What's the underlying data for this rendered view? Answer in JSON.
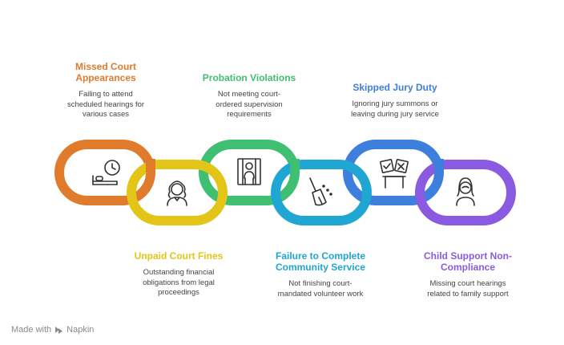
{
  "items": [
    {
      "title": "Missed Court\nAppearances",
      "desc": "Failing to attend\nscheduled hearings for\nvarious cases",
      "color": "#E07B2C",
      "icon": "clock-bed-icon"
    },
    {
      "title": "Unpaid Court Fines",
      "desc": "Outstanding financial\nobligations from legal\nproceedings",
      "color": "#E2C516",
      "icon": "judge-icon"
    },
    {
      "title": "Probation Violations",
      "desc": "Not meeting court-\nordered supervision\nrequirements",
      "color": "#3FBF72",
      "icon": "prisoner-icon"
    },
    {
      "title": "Failure to Complete\nCommunity Service",
      "desc": "Not finishing court-\nmandated volunteer work",
      "color": "#1FA6D2",
      "icon": "broom-icon"
    },
    {
      "title": "Skipped Jury Duty",
      "desc": "Ignoring jury summons or\nleaving during jury service",
      "color": "#3E7FDD",
      "icon": "ballot-icon"
    },
    {
      "title": "Child Support Non-\nCompliance",
      "desc": "Missing court hearings\nrelated to family support",
      "color": "#8A5BE0",
      "icon": "woman-icon"
    }
  ],
  "footer": {
    "made_with": "Made with",
    "brand": "Napkin",
    "icon": "napkin-logo-icon"
  }
}
